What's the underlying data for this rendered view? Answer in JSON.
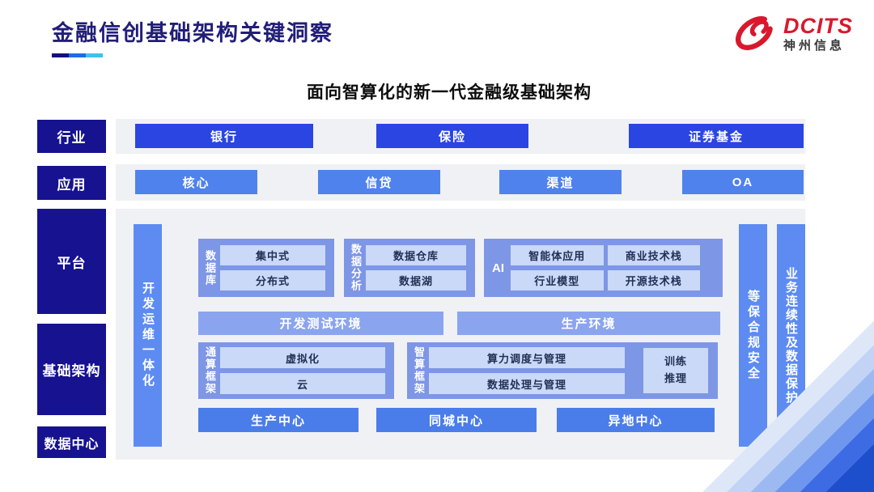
{
  "title": "金融信创基础架构关键洞察",
  "logo": {
    "brand": "DCITS",
    "company": "神州信息"
  },
  "subtitle": "面向智算化的新一代金融级基础架构",
  "rows": {
    "industry": {
      "label": "行业",
      "items": [
        "银行",
        "保险",
        "证券基金"
      ]
    },
    "application": {
      "label": "应用",
      "items": [
        "核心",
        "信贷",
        "渠道",
        "OA"
      ]
    },
    "platform_label": "平台",
    "infrastructure_label": "基础架构",
    "datacenter_label": "数据中心"
  },
  "pillars": {
    "devops": "开发运维一体化",
    "security": "等保合规安全",
    "continuity": "业务连续性及数据保护"
  },
  "platform": {
    "database": {
      "label": "数据库",
      "items": [
        "集中式",
        "分布式"
      ]
    },
    "analytics": {
      "label": "数据分析",
      "items": [
        "数据仓库",
        "数据湖"
      ]
    },
    "ai": {
      "label": "AI",
      "items": [
        "智能体应用",
        "商业技术栈",
        "行业模型",
        "开源技术栈"
      ]
    },
    "environments": [
      "开发测试环境",
      "生产环境"
    ]
  },
  "infrastructure": {
    "general": {
      "label": "通算框架",
      "items": [
        "虚拟化",
        "云"
      ]
    },
    "intelligent": {
      "label": "智算框架",
      "items": [
        "算力调度与管理",
        "数据处理与管理"
      ],
      "side": "训练推理"
    }
  },
  "datacenters": [
    "生产中心",
    "同城中心",
    "异地中心"
  ],
  "colors": {
    "title": "#211D78",
    "underline": [
      "#10107E",
      "#1E6BE6",
      "#3FC0ED"
    ],
    "logo_red": "#D9182D",
    "row_label_navy": "#171290",
    "band_gray": "#F0F1F4",
    "industry_button": "#2B45E2",
    "application_button": "#4F82EC",
    "pillar_blue": "#5D8BF2",
    "group_blue": "#7E96E6",
    "chip_light": "#C9D9F7",
    "env_bar": "#8BA4F0",
    "datacenter_bar": "#4A7DE9",
    "deco_stripes": [
      "#DDE7F8",
      "#C2D3F6",
      "#9DB9F2",
      "#6E96EE",
      "#3D6BE4",
      "#1D4ECC"
    ]
  }
}
